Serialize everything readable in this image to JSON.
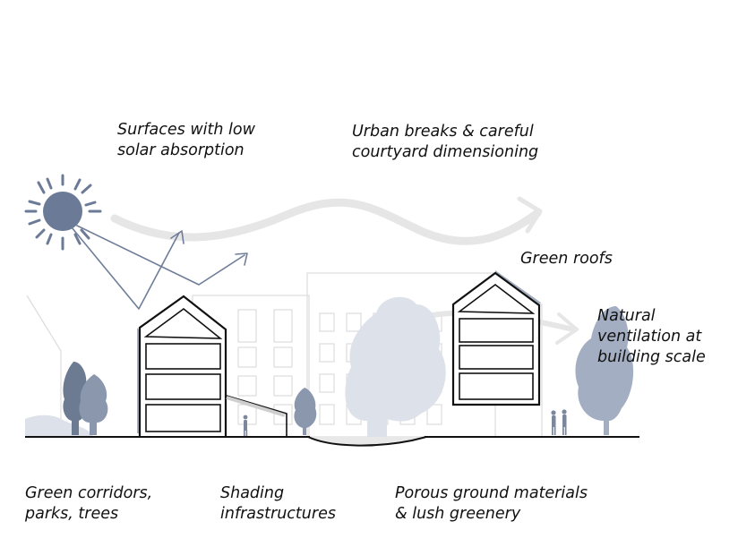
{
  "labels": {
    "solar": [
      "Surfaces with low",
      "solar absorption"
    ],
    "urban": [
      "Urban breaks & careful",
      "courtyard dimensioning"
    ],
    "roofs": [
      "Green roofs"
    ],
    "ventilation": [
      "Natural",
      "ventilation at",
      "building scale"
    ],
    "corridors": [
      "Green corridors,",
      "parks, trees"
    ],
    "shading": [
      "Shading",
      "infrastructures"
    ],
    "porous": [
      "Porous ground materials",
      "& lush greenery"
    ]
  },
  "colors": {
    "sun": "#6b7a96",
    "sun_ray": "#6f7d99",
    "tree_dark": "#6c7a92",
    "tree_mid": "#8b97ad",
    "tree_light": "#a3aec2",
    "tree_pale": "#dde1e9",
    "building_stroke": "#111111",
    "background_building": "#dcdcdc",
    "wind": "#e6e6e6",
    "ground": "#111111"
  },
  "icons": [
    "sun-icon",
    "wind-arrow-icon",
    "tree-icon",
    "person-icon"
  ]
}
